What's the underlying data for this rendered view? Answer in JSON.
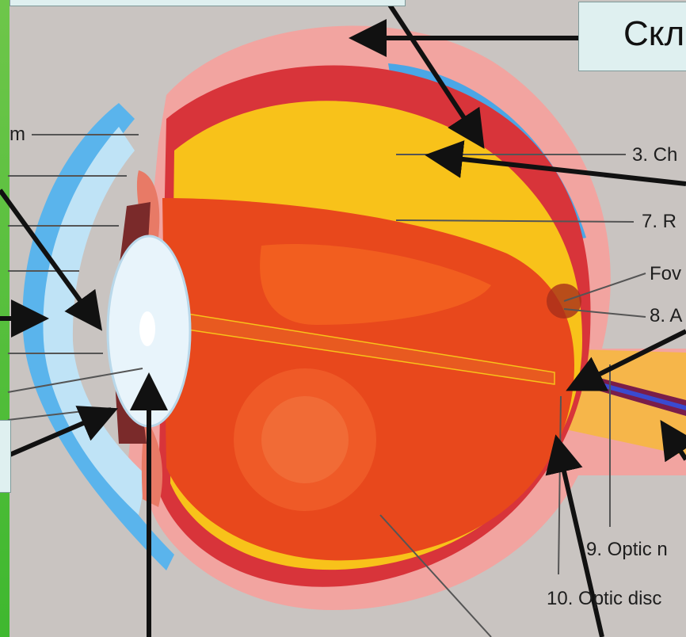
{
  "title": "Скл",
  "labels": {
    "l1": "m",
    "l3": "3. Ch",
    "l7": "7. R",
    "fovea": "Fov",
    "l8": "8. A",
    "l9": "9. Optic n",
    "l10": "10. Optic disc"
  },
  "colors": {
    "background": "#c9c4c1",
    "sclera": "#f2a4a0",
    "choroid": "#d8343a",
    "retina": "#f8c21a",
    "vitreous": "#e8481c",
    "cornea": "#5ab4ec",
    "lens": "#e8f4fb"
  }
}
